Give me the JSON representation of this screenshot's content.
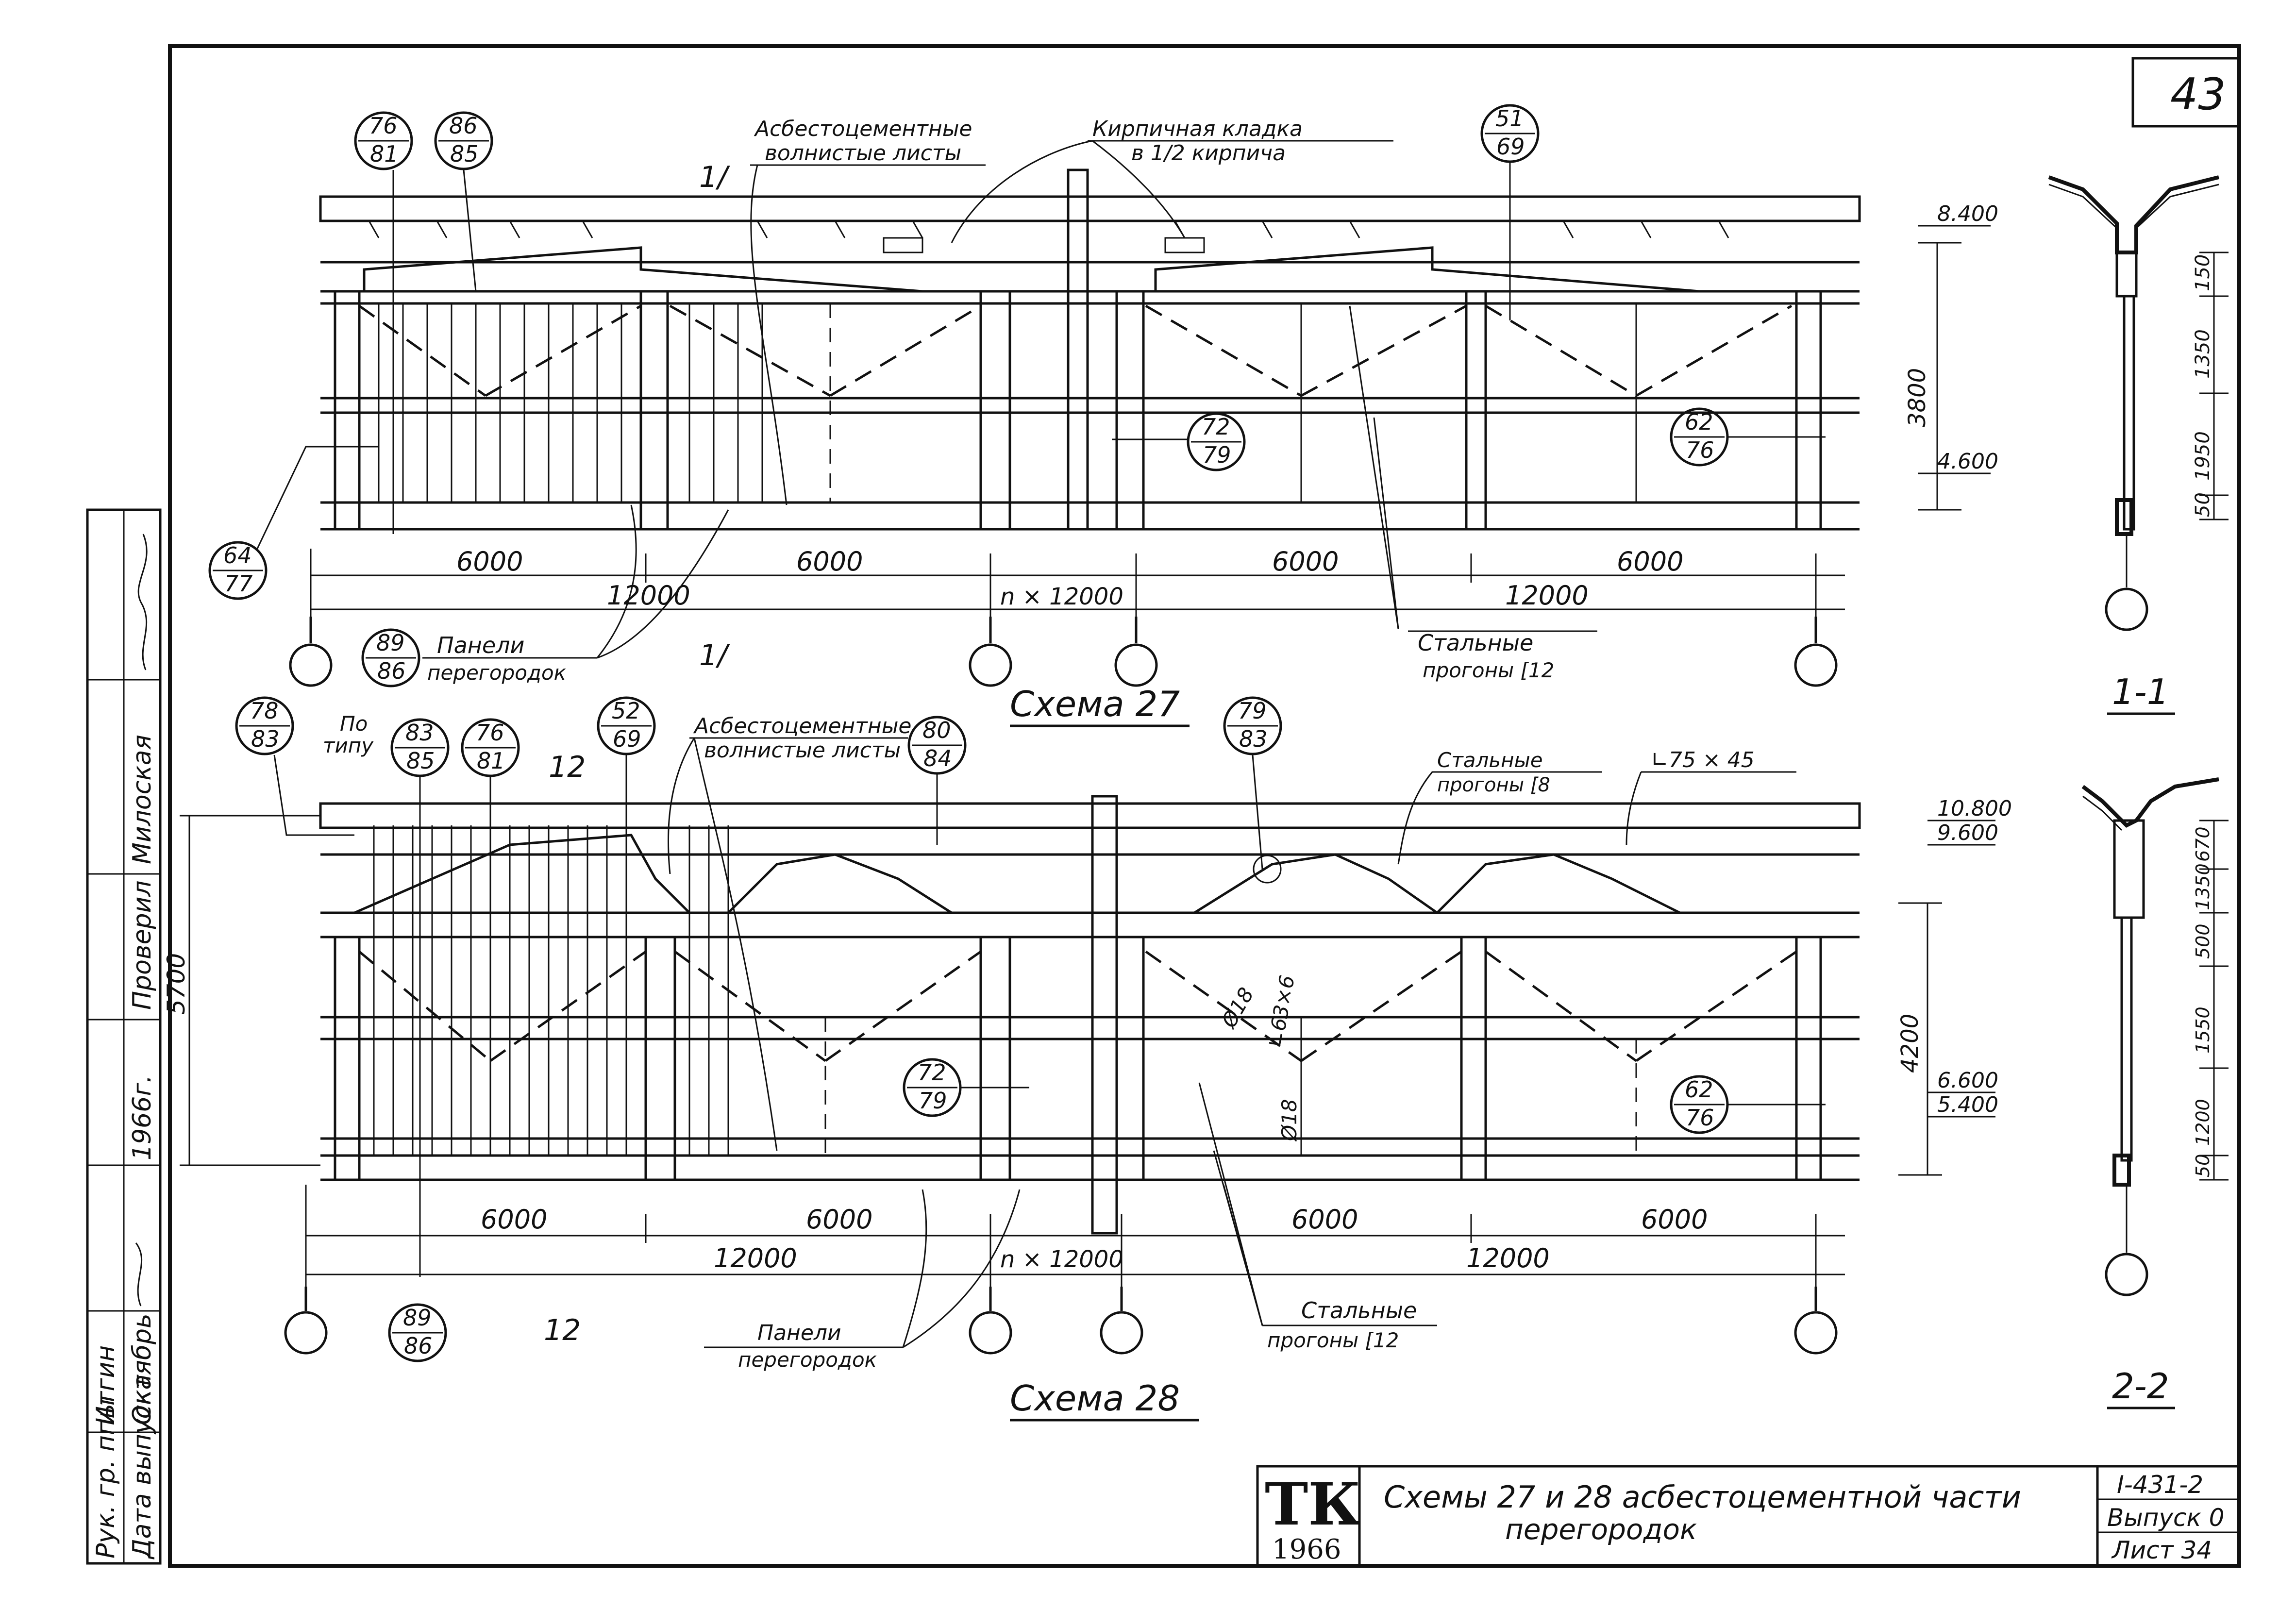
{
  "sheet": {
    "page_number": "43",
    "stamp_line1": "ТК",
    "stamp_line2": "1966",
    "title_line1": "Схемы 27 и 28 асбестоцементной   части",
    "title_line2": "перегородок",
    "series": "I-431-2",
    "issue": "Выпуск 0",
    "sheet": "Лист 34"
  },
  "side_stamp": {
    "col1": [
      "Рук. гр. ппы",
      "Дата выпуска"
    ],
    "col2": [
      "Итгин",
      "Октябрь"
    ],
    "col3": [
      "Проверил",
      "1966г."
    ],
    "col4": [
      "Милоская"
    ]
  },
  "scheme27": {
    "title": "Схема 27",
    "cut_mark_top": "1/",
    "cut_mark_bottom": "1/",
    "notes": {
      "asbestos": [
        "Асбестоцементные",
        "волнистые листы"
      ],
      "brick": [
        "Кирпичная  кладка",
        "в 1/2 кирпича"
      ],
      "panels": [
        "Панели",
        "перегородок"
      ],
      "purlins": [
        "Стальные",
        "прогоны [12"
      ]
    },
    "refs": [
      {
        "top": "76",
        "bottom": "81"
      },
      {
        "top": "86",
        "bottom": "85"
      },
      {
        "top": "51",
        "bottom": "69"
      },
      {
        "top": "72",
        "bottom": "79"
      },
      {
        "top": "62",
        "bottom": "76"
      },
      {
        "top": "64",
        "bottom": "77"
      },
      {
        "top": "89",
        "bottom": "86"
      }
    ],
    "dims_row1": [
      "6000",
      "6000",
      "6000",
      "6000"
    ],
    "dims_row2": [
      "12000",
      "n × 12000",
      "12000"
    ],
    "levels": [
      "8.400",
      "4.600"
    ],
    "vertical_dim": "3800"
  },
  "scheme28": {
    "title": "Схема 28",
    "cut_mark_top": "12",
    "cut_mark_bottom": "12",
    "by_type": [
      "По",
      "типу"
    ],
    "notes": {
      "asbestos": [
        "Асбестоцементные",
        "волнистые листы"
      ],
      "purlins_top": [
        "Стальные",
        "прогоны [8"
      ],
      "angle": "∟75 × 45",
      "panels": [
        "Панели",
        "перегородок"
      ],
      "purlins": [
        "Стальные",
        "прогоны [12"
      ],
      "rod1": "Ø18",
      "rod2": "∟63×6",
      "rod3": "Ø18"
    },
    "refs": [
      {
        "top": "78",
        "bottom": "83"
      },
      {
        "top": "83",
        "bottom": "85"
      },
      {
        "top": "76",
        "bottom": "81"
      },
      {
        "top": "52",
        "bottom": "69"
      },
      {
        "top": "80",
        "bottom": "84"
      },
      {
        "top": "79",
        "bottom": "83"
      },
      {
        "top": "72",
        "bottom": "79"
      },
      {
        "top": "62",
        "bottom": "76"
      },
      {
        "top": "89",
        "bottom": "86"
      }
    ],
    "dims_row1": [
      "6000",
      "6000",
      "6000",
      "6000"
    ],
    "dims_row2": [
      "12000",
      "n × 12000",
      "12000"
    ],
    "levels": [
      "10.800",
      "9.600",
      "6.600",
      "5.400"
    ],
    "vertical_dim_left": "5700",
    "vertical_dim_right": "4200"
  },
  "section11": {
    "label": "1-1",
    "dims": [
      "150",
      "1350",
      "1950",
      "50"
    ]
  },
  "section22": {
    "label": "2-2",
    "dims": [
      "670",
      "1350",
      "500",
      "1550",
      "1200",
      "50"
    ]
  }
}
